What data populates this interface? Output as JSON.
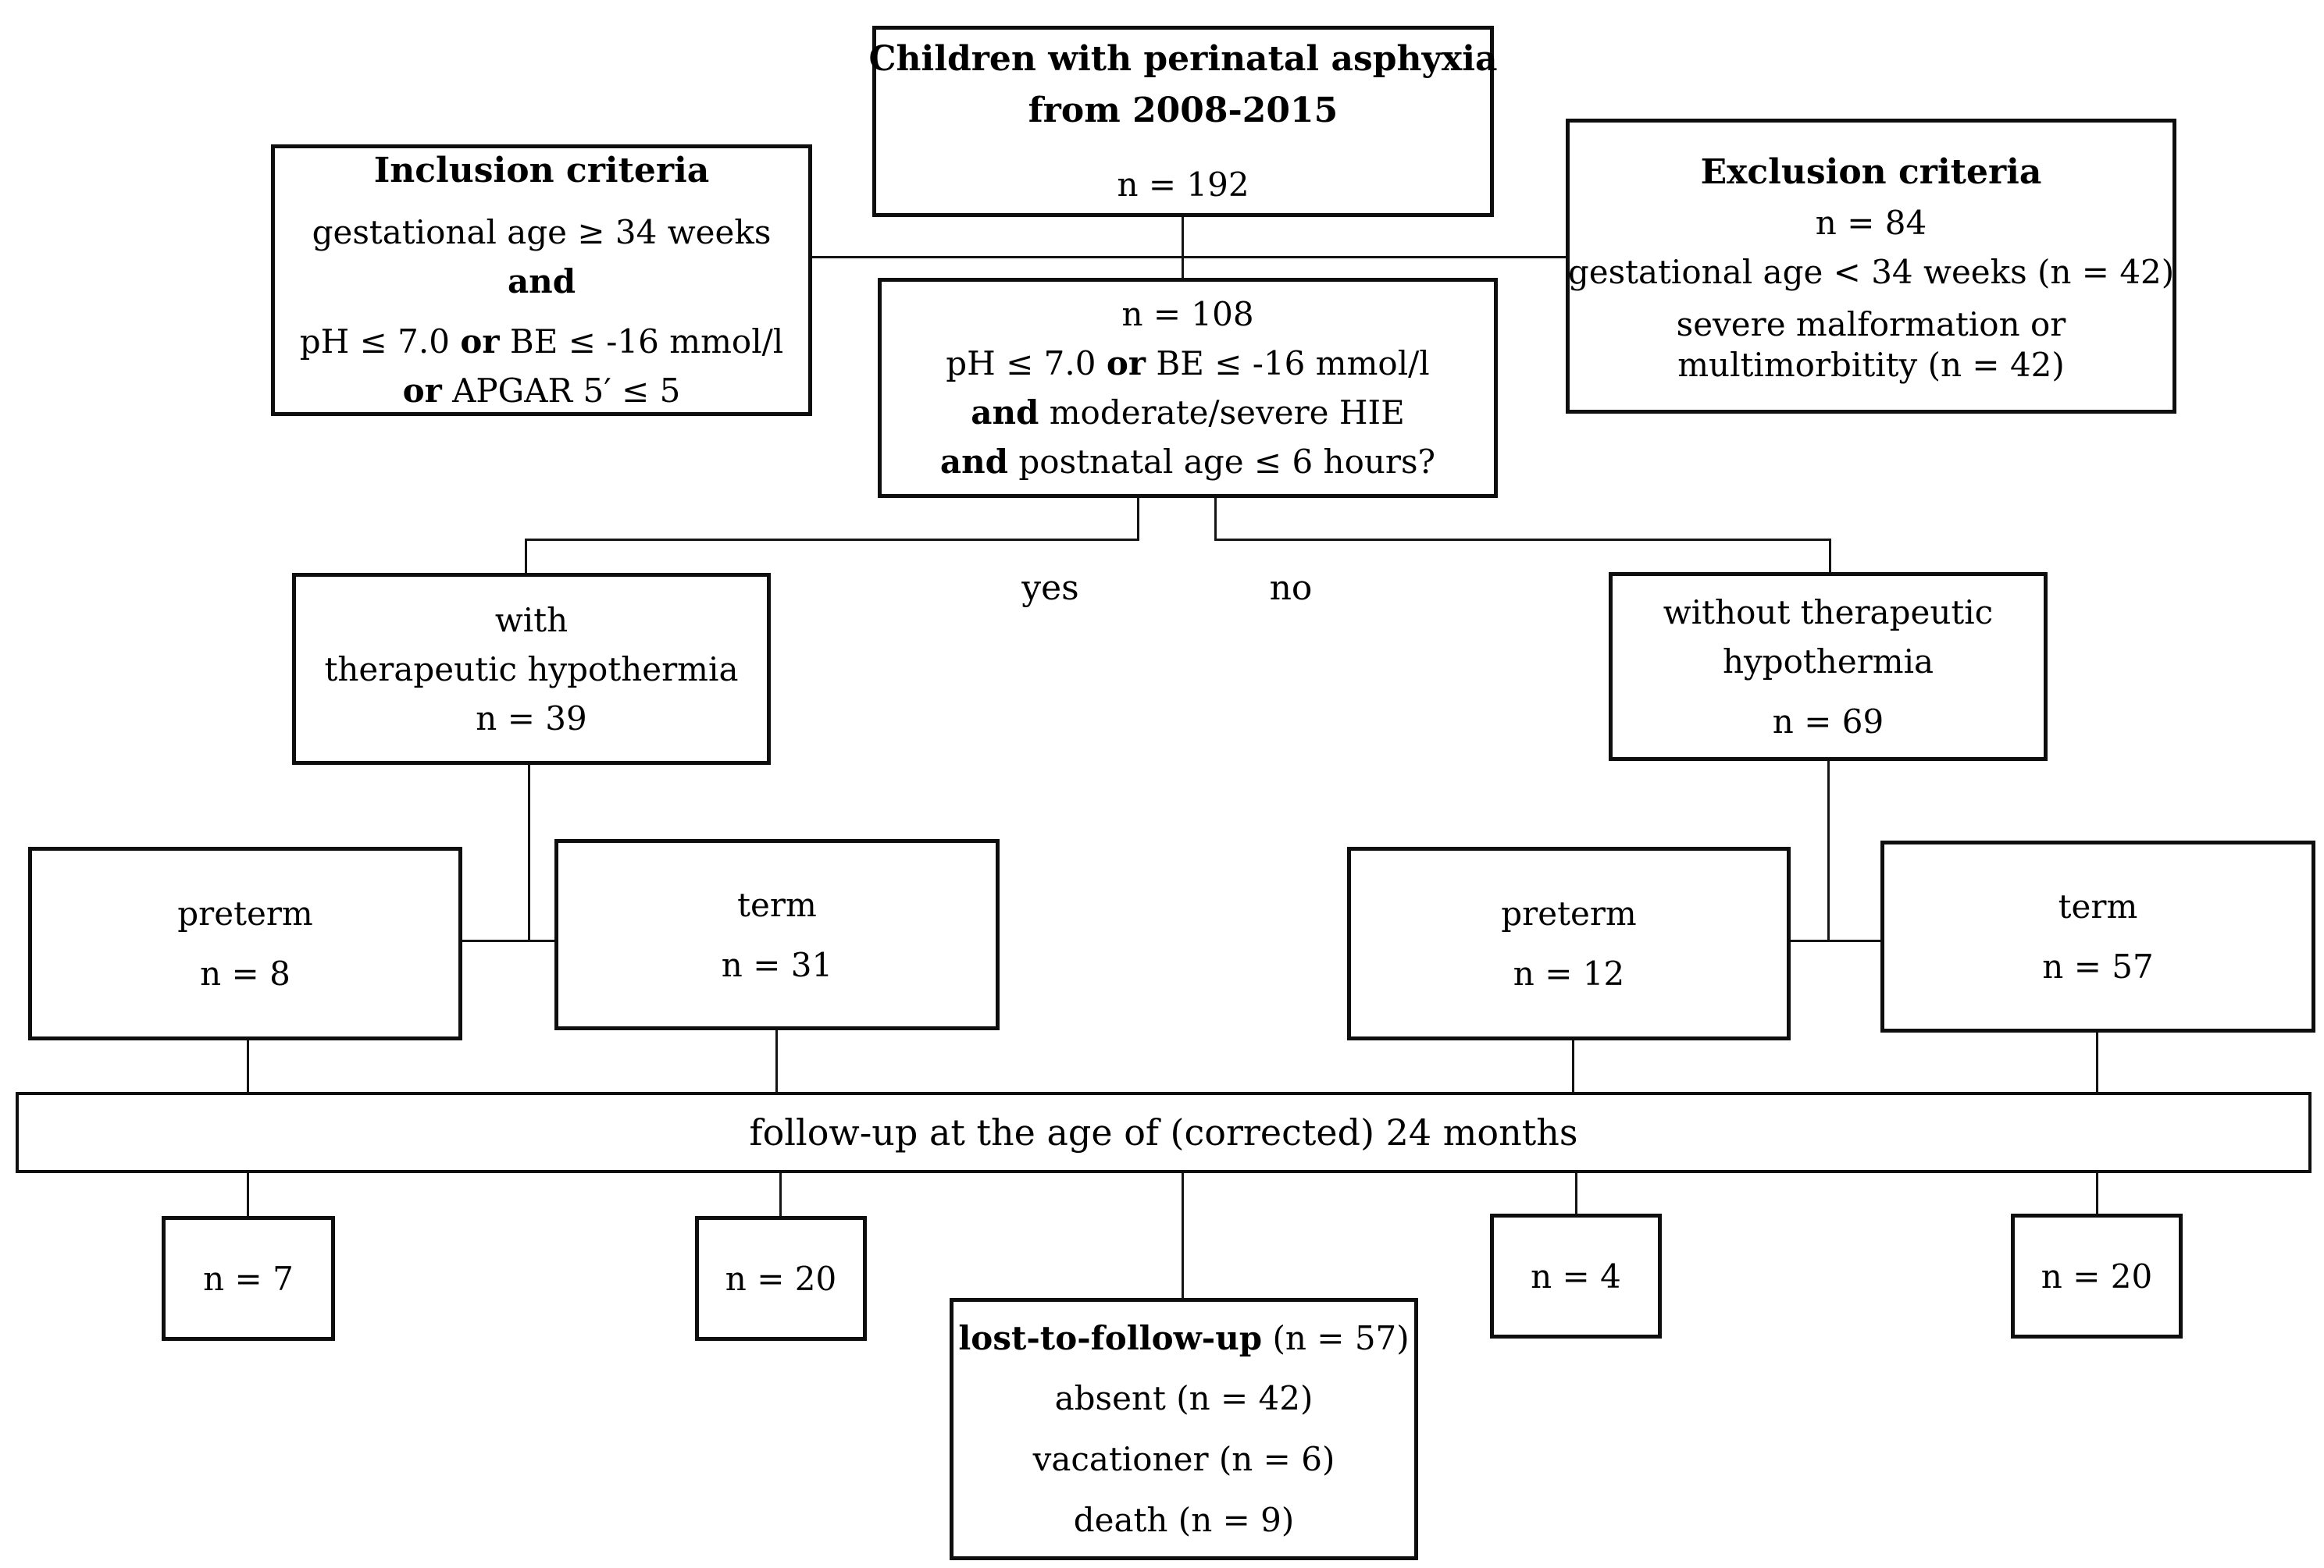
{
  "colors": {
    "background": "#ffffff",
    "line": "#141414",
    "text": "#000000"
  },
  "nodes": {
    "population": {
      "title1": "Children with perinatal asphyxia",
      "title2": "from 2008-2015",
      "n": "n = 192"
    },
    "inclusion": {
      "title": "Inclusion criteria",
      "line1": "gestational age ≥ 34 weeks",
      "line2": "and",
      "line3a": "pH ≤ 7.0 ",
      "line3b": "or",
      "line3c": " BE ≤  -16 mmol/l",
      "line4a": "or",
      "line4b": " APGAR 5′ ≤ 5"
    },
    "exclusion": {
      "title": "Exclusion criteria",
      "n": "n = 84",
      "line1": "gestational age < 34 weeks (n = 42)",
      "line2": "severe malformation or",
      "line3": "multimorbitity (n = 42)"
    },
    "eligibility": {
      "n": "n = 108",
      "line1a": "pH ≤ 7.0 ",
      "line1b": "or",
      "line1c": " BE ≤ -16 mmol/l",
      "line2a": "and",
      "line2b": " moderate/severe HIE",
      "line3a": "and",
      "line3b": " postnatal age ≤ 6 hours?"
    },
    "branch": {
      "yes": "yes",
      "no": "no"
    },
    "with_hypothermia": {
      "line1": "with",
      "line2": "therapeutic hypothermia",
      "n": "n = 39"
    },
    "without_hypothermia": {
      "line1": "without therapeutic",
      "line2": "hypothermia",
      "n": "n = 69"
    },
    "preterm_th": {
      "label": "preterm",
      "n": "n = 8"
    },
    "term_th": {
      "label": "term",
      "n": "n = 31"
    },
    "preterm_noth": {
      "label": "preterm",
      "n": "n = 12"
    },
    "term_noth": {
      "label": "term",
      "n": "n = 57"
    },
    "followup_bar": {
      "label": "follow-up at the age of (corrected) 24 months"
    },
    "outcome_preterm_th": {
      "n": "n = 7"
    },
    "outcome_term_th": {
      "n": "n = 20"
    },
    "outcome_preterm_noth": {
      "n": "n = 4"
    },
    "outcome_term_noth": {
      "n": "n = 20"
    },
    "lost_to_followup": {
      "title_bold": "lost-to-follow-up",
      "title_rest": "  (n = 57)",
      "line1": "absent (n = 42)",
      "line2": "vacationer (n = 6)",
      "line3": "death (n = 9)"
    }
  }
}
